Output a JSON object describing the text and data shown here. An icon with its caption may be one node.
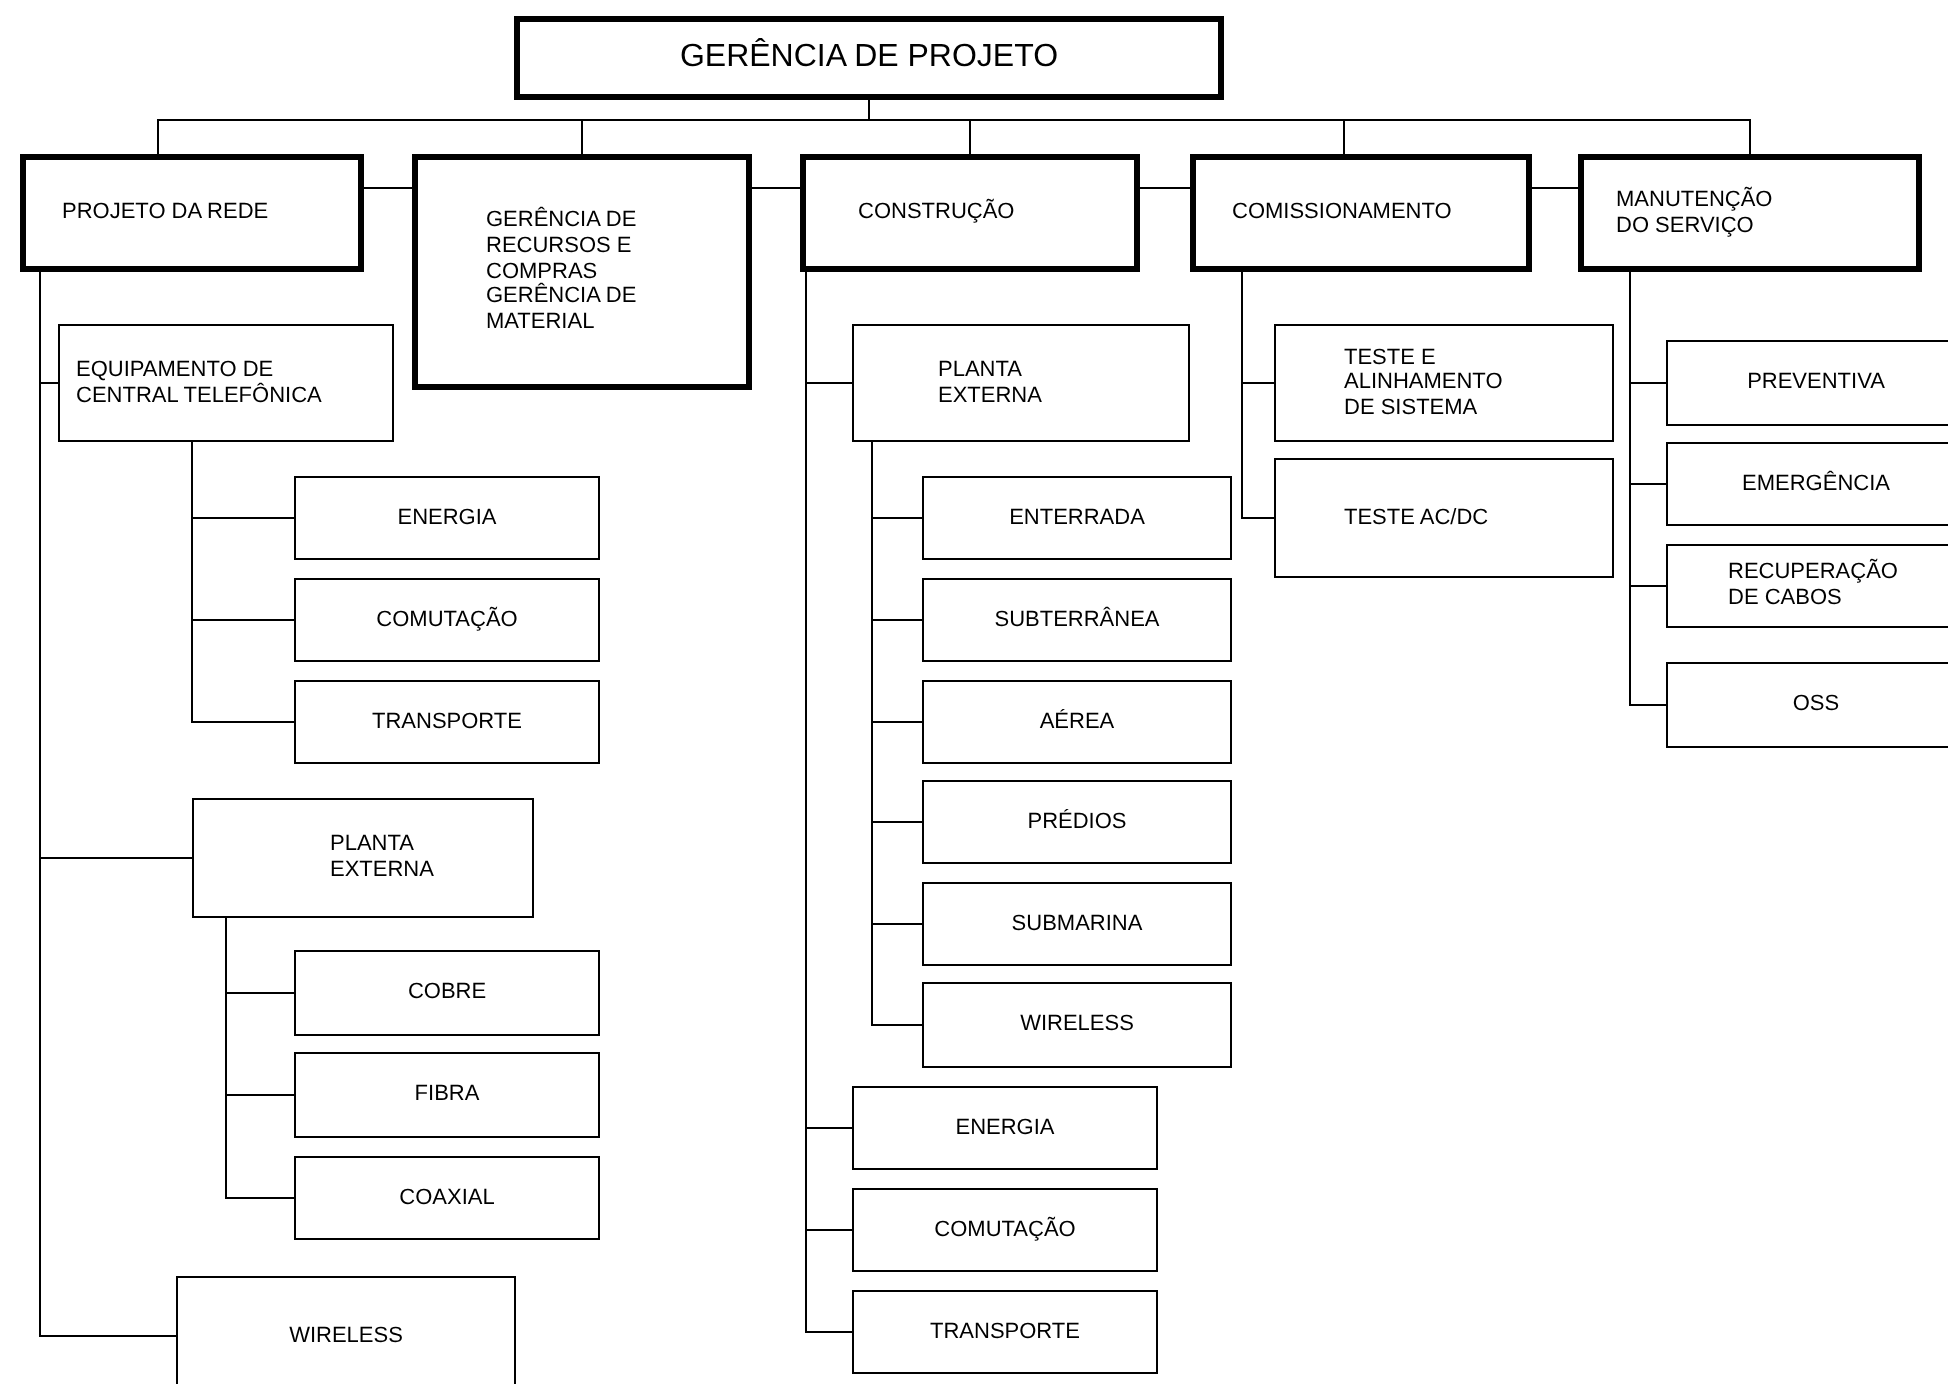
{
  "diagram": {
    "nodes": [
      {
        "text": [
          "GERÊNCIA DE PROJETO"
        ]
      },
      {
        "text": [
          "PROJETO DA REDE"
        ]
      },
      {
        "text": [
          "GERÊNCIA DE RECURSOS E COMPRAS GERÊNCIA DE MATERIAL"
        ]
      },
      {
        "text": [
          "CONSTRUÇÃO"
        ]
      },
      {
        "text": [
          "COMISSIONAMENTO"
        ]
      },
      {
        "text": [
          "MANUTENÇÃO DO SERVIÇO"
        ]
      },
      {
        "text": [
          "EQUIPAMENTO DE CENTRAL TELEFÔNICA"
        ]
      },
      {
        "text": [
          "ENERGIA"
        ]
      },
      {
        "text": [
          "COMUTAÇÃO"
        ]
      },
      {
        "text": [
          "TRANSPORTE"
        ]
      },
      {
        "text": [
          "PLANTA EXTERNA"
        ]
      },
      {
        "text": [
          "COBRE"
        ]
      },
      {
        "text": [
          "FIBRA"
        ]
      },
      {
        "text": [
          "COAXIAL"
        ]
      },
      {
        "text": [
          "WIRELESS"
        ]
      },
      {
        "text": [
          "PLANTA EXTERNA"
        ]
      },
      {
        "text": [
          "ENTERRADA"
        ]
      },
      {
        "text": [
          "SUBTERRÂNEA"
        ]
      },
      {
        "text": [
          "AÉREA"
        ]
      },
      {
        "text": [
          "PRÉDIOS"
        ]
      },
      {
        "text": [
          "SUBMARINA"
        ]
      },
      {
        "text": [
          "WIRELESS"
        ]
      },
      {
        "text": [
          "ENERGIA"
        ]
      },
      {
        "text": [
          "COMUTAÇÃO"
        ]
      },
      {
        "text": [
          "TRANSPORTE"
        ]
      },
      {
        "text": [
          "TESTE E ALINHAMENTO DE SISTEMA"
        ]
      },
      {
        "text": [
          "TESTE AC/DC"
        ]
      },
      {
        "text": [
          "PREVENTIVA"
        ]
      },
      {
        "text": [
          "EMERGÊNCIA"
        ]
      },
      {
        "text": [
          "RECUPERAÇÃO DE CABOS"
        ]
      },
      {
        "text": [
          "OSS"
        ]
      }
    ],
    "edges": [
      {
        "from": 0,
        "to": 1,
        "arrow": "none"
      },
      {
        "from": 0,
        "to": 2,
        "arrow": "none"
      },
      {
        "from": 0,
        "to": 3,
        "arrow": "none"
      },
      {
        "from": 0,
        "to": 4,
        "arrow": "none"
      },
      {
        "from": 0,
        "to": 5,
        "arrow": "none"
      },
      {
        "from": 1,
        "to": 2,
        "arrow": "none"
      },
      {
        "from": 2,
        "to": 3,
        "arrow": "none"
      },
      {
        "from": 3,
        "to": 4,
        "arrow": "none"
      },
      {
        "from": 4,
        "to": 5,
        "arrow": "none"
      },
      {
        "from": 1,
        "to": 6,
        "arrow": "none"
      },
      {
        "from": 6,
        "to": 7,
        "arrow": "none"
      },
      {
        "from": 6,
        "to": 8,
        "arrow": "none"
      },
      {
        "from": 6,
        "to": 9,
        "arrow": "none"
      },
      {
        "from": 1,
        "to": 10,
        "arrow": "none"
      },
      {
        "from": 10,
        "to": 11,
        "arrow": "none"
      },
      {
        "from": 10,
        "to": 12,
        "arrow": "none"
      },
      {
        "from": 10,
        "to": 13,
        "arrow": "none"
      },
      {
        "from": 1,
        "to": 14,
        "arrow": "none"
      },
      {
        "from": 3,
        "to": 15,
        "arrow": "none"
      },
      {
        "from": 15,
        "to": 16,
        "arrow": "none"
      },
      {
        "from": 15,
        "to": 17,
        "arrow": "none"
      },
      {
        "from": 15,
        "to": 18,
        "arrow": "none"
      },
      {
        "from": 15,
        "to": 19,
        "arrow": "none"
      },
      {
        "from": 15,
        "to": 20,
        "arrow": "none"
      },
      {
        "from": 15,
        "to": 21,
        "arrow": "none"
      },
      {
        "from": 3,
        "to": 22,
        "arrow": "none"
      },
      {
        "from": 3,
        "to": 23,
        "arrow": "none"
      },
      {
        "from": 3,
        "to": 24,
        "arrow": "none"
      },
      {
        "from": 4,
        "to": 25,
        "arrow": "none"
      },
      {
        "from": 4,
        "to": 26,
        "arrow": "none"
      },
      {
        "from": 5,
        "to": 27,
        "arrow": "none"
      },
      {
        "from": 5,
        "to": 28,
        "arrow": "none"
      },
      {
        "from": 5,
        "to": 29,
        "arrow": "none"
      },
      {
        "from": 5,
        "to": 30,
        "arrow": "none"
      }
    ]
  }
}
